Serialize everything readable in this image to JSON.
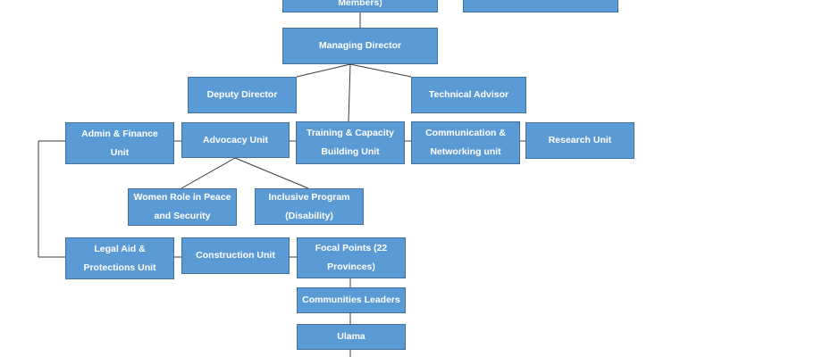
{
  "nodes": {
    "board_members": "Members)",
    "unlabeled_top": "",
    "managing_director": "Managing Director",
    "deputy_director": "Deputy Director",
    "technical_advisor": "Technical Advisor",
    "admin_finance": "Admin & Finance Unit",
    "advocacy": "Advocacy Unit",
    "training": "Training & Capacity Building Unit",
    "communication": "Communication & Networking unit",
    "research": "Research Unit",
    "women_role": "Women Role in Peace and Security",
    "inclusive": "Inclusive Program (Disability)",
    "legal_aid": "Legal Aid & Protections Unit",
    "construction": "Construction Unit",
    "focal_points": "Focal Points (22 Provinces)",
    "communities_leaders": "Communities Leaders",
    "ulama": "Ulama"
  },
  "colors": {
    "box_fill": "#5b9bd5",
    "box_border": "#41719c",
    "connector": "#3a3a3a",
    "text": "#ffffff"
  }
}
